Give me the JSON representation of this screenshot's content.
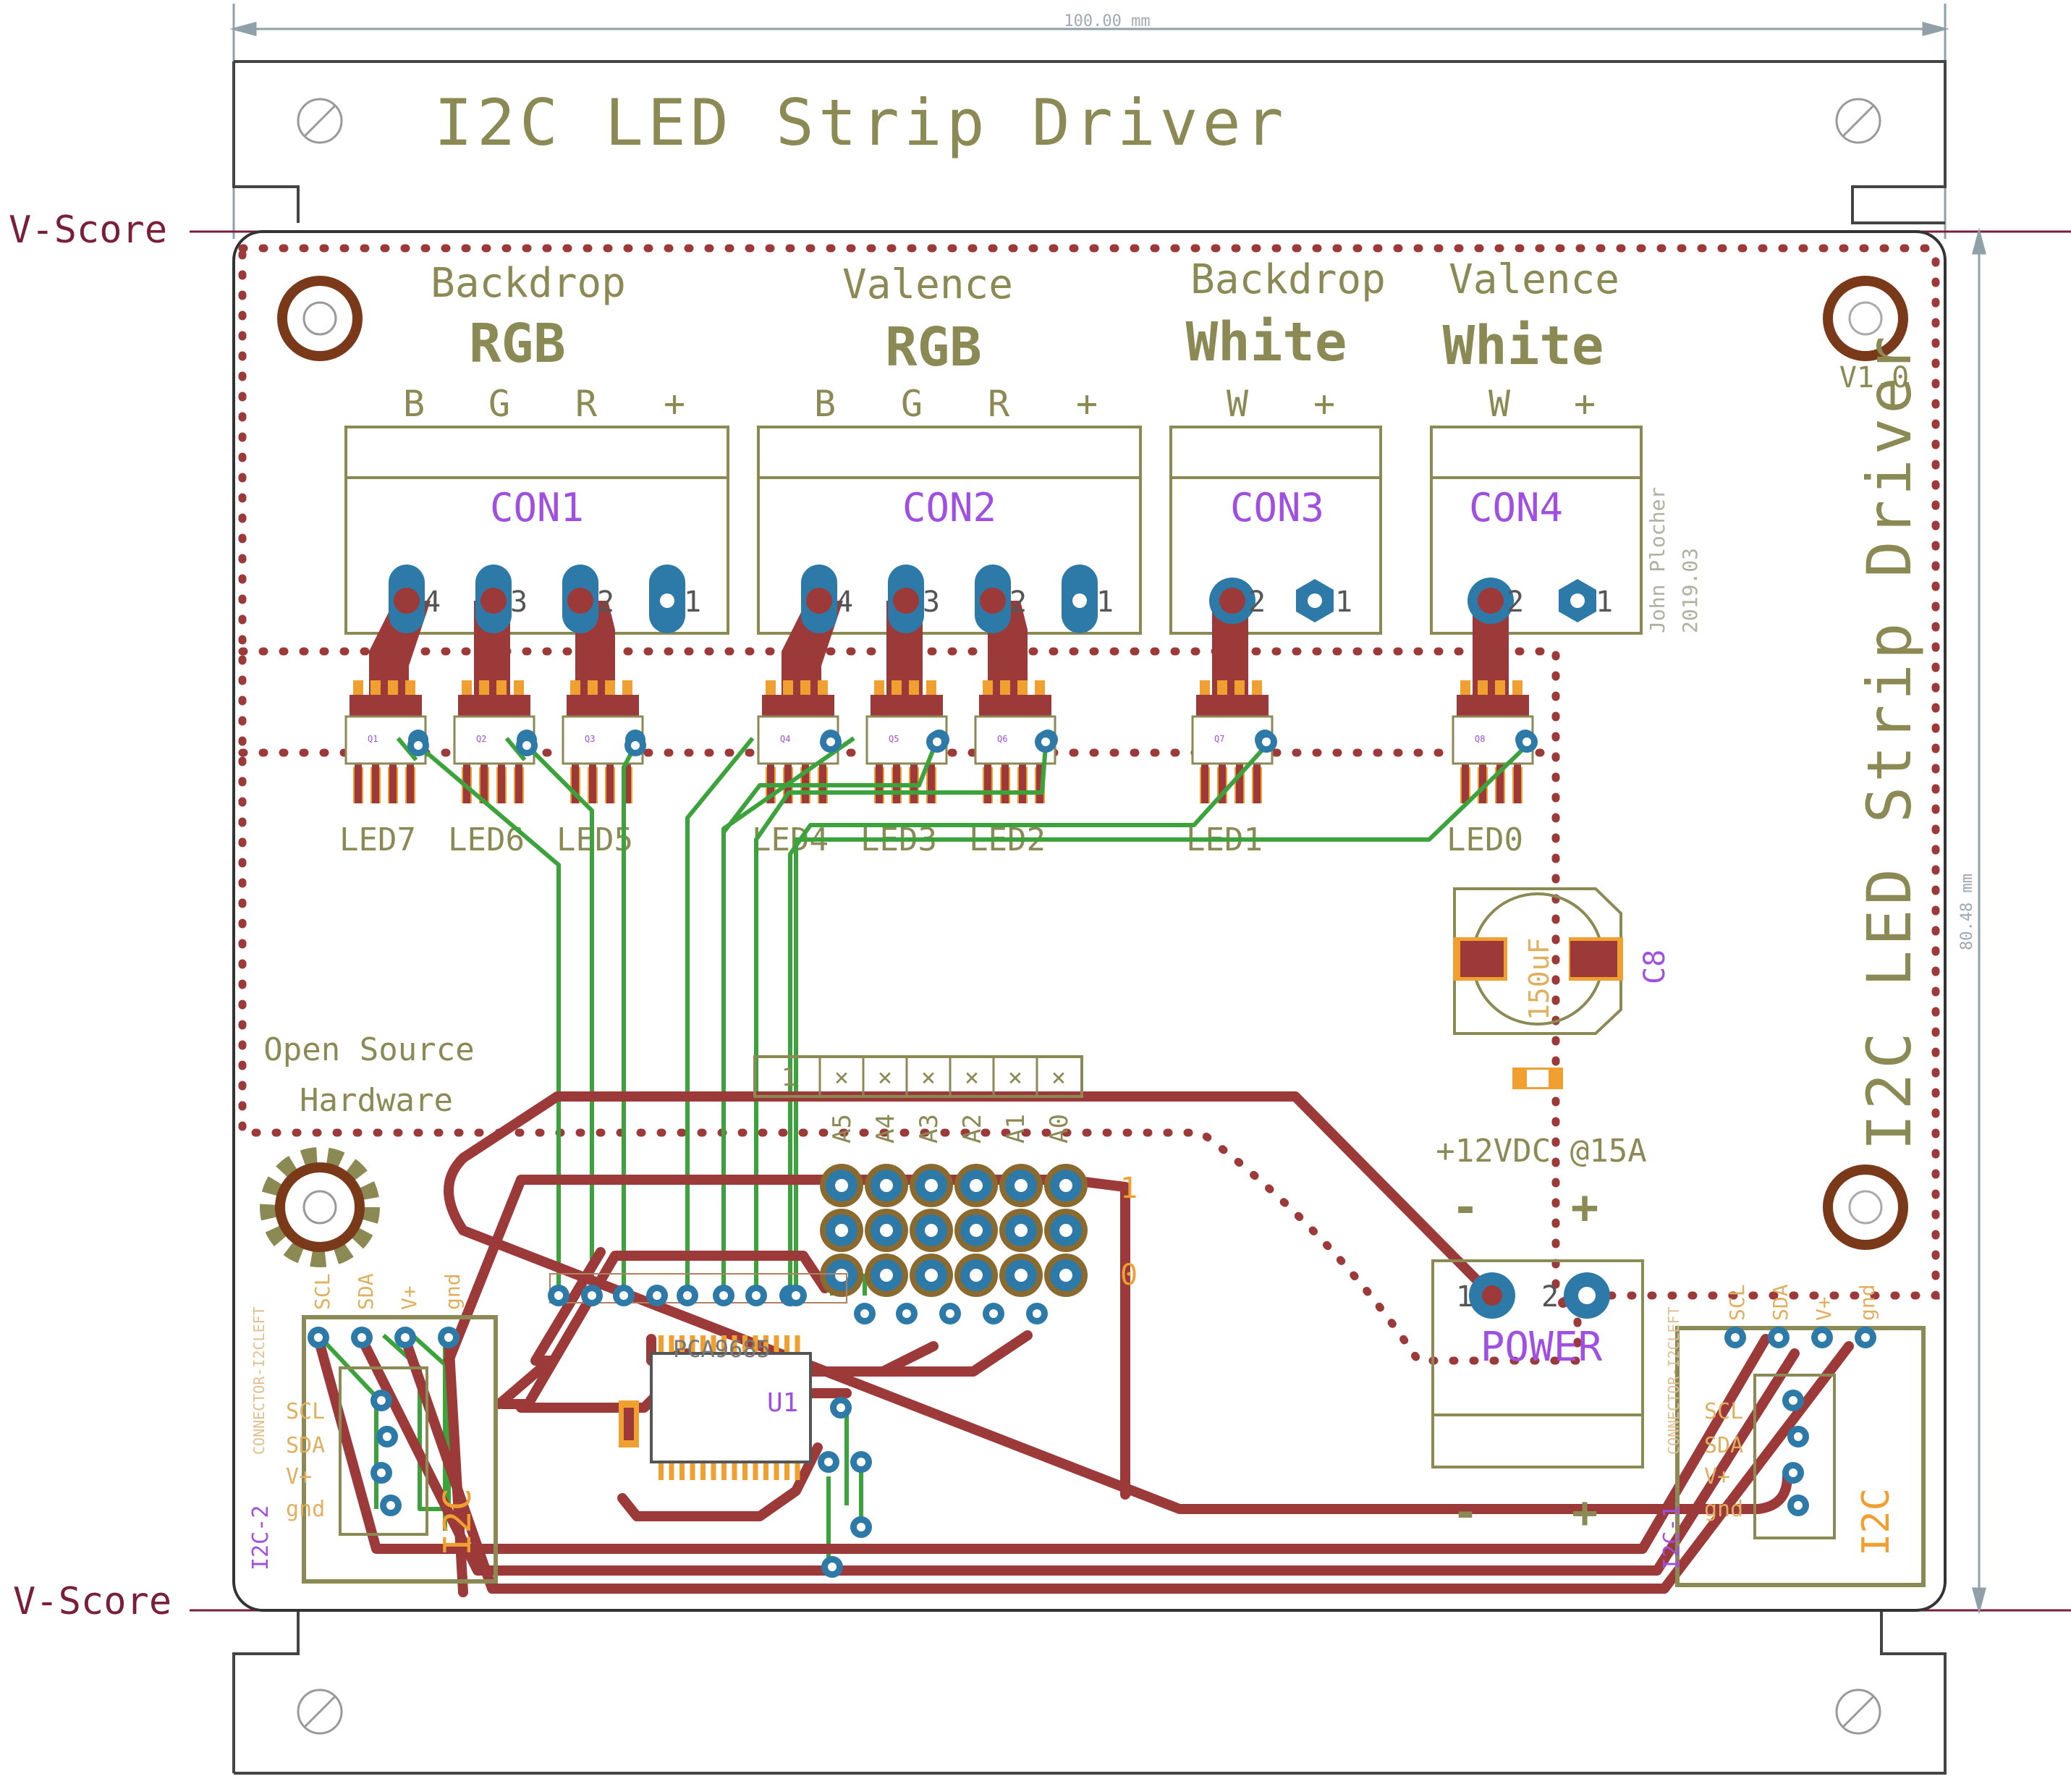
{
  "dimensions": {
    "width": "100.00 mm",
    "height": "80.48 mm"
  },
  "vscore": {
    "top": "V-Score",
    "bottom": "V-Score"
  },
  "panel_title": "I2C LED Strip Driver",
  "side_title": "I2C LED Strip Driver",
  "version": "V1.0",
  "author": {
    "name": "John Plocher",
    "date": "2019.03"
  },
  "osh": {
    "line1": "Open Source",
    "line2": "Hardware"
  },
  "channels": [
    {
      "group": "Backdrop",
      "type": "RGB",
      "connector": "CON1",
      "pins": [
        "B",
        "G",
        "R",
        "+"
      ],
      "pin_numbers": [
        "4",
        "3",
        "2",
        "1"
      ]
    },
    {
      "group": "Valence",
      "type": "RGB",
      "connector": "CON2",
      "pins": [
        "B",
        "G",
        "R",
        "+"
      ],
      "pin_numbers": [
        "4",
        "3",
        "2",
        "1"
      ]
    },
    {
      "group": "Backdrop",
      "type": "White",
      "connector": "CON3",
      "pins": [
        "W",
        "+"
      ],
      "pin_numbers": [
        "2",
        "1"
      ]
    },
    {
      "group": "Valence",
      "type": "White",
      "connector": "CON4",
      "pins": [
        "W",
        "+"
      ],
      "pin_numbers": [
        "2",
        "1"
      ]
    }
  ],
  "leds": [
    "LED7",
    "LED6",
    "LED5",
    "LED4",
    "LED3",
    "LED2",
    "LED1",
    "LED0"
  ],
  "mosfets": [
    "Q1",
    "Q2",
    "Q3",
    "Q4",
    "Q5",
    "Q6",
    "Q7",
    "Q8"
  ],
  "capacitor": {
    "ref": "C8",
    "value": "150uF"
  },
  "address_header": {
    "cells": [
      "1",
      "×",
      "×",
      "×",
      "×",
      "×",
      "×"
    ],
    "labels": [
      "A5",
      "A4",
      "A3",
      "A2",
      "A1",
      "A0"
    ],
    "row_labels": [
      "1",
      "0"
    ]
  },
  "power": {
    "rating": "+12VDC @15A",
    "minus": "-",
    "plus": "+",
    "label": "POWER",
    "pins": [
      "1",
      "2"
    ]
  },
  "ic": {
    "ref": "U1",
    "part": "PCA9685"
  },
  "i2c_left": {
    "name": "I2C-2",
    "title": "I2C",
    "pins": [
      "SCL",
      "SDA",
      "V+",
      "gnd"
    ],
    "connector": "CONNECTOR-I2CLEFT"
  },
  "i2c_right": {
    "name": "I2C-1",
    "title": "I2C",
    "pins": [
      "SCL",
      "SDA",
      "V+",
      "gnd"
    ],
    "connector": "CONNECTOR-I2CLEFT"
  },
  "colors": {
    "silk": "#8b8a55",
    "copper_top": "#9c3a3a",
    "copper_bottom": "#3ca33c",
    "pad": "#2d7aa8",
    "name": "#a050e0",
    "vscore": "#7a1f3a",
    "outline": "#555555"
  }
}
